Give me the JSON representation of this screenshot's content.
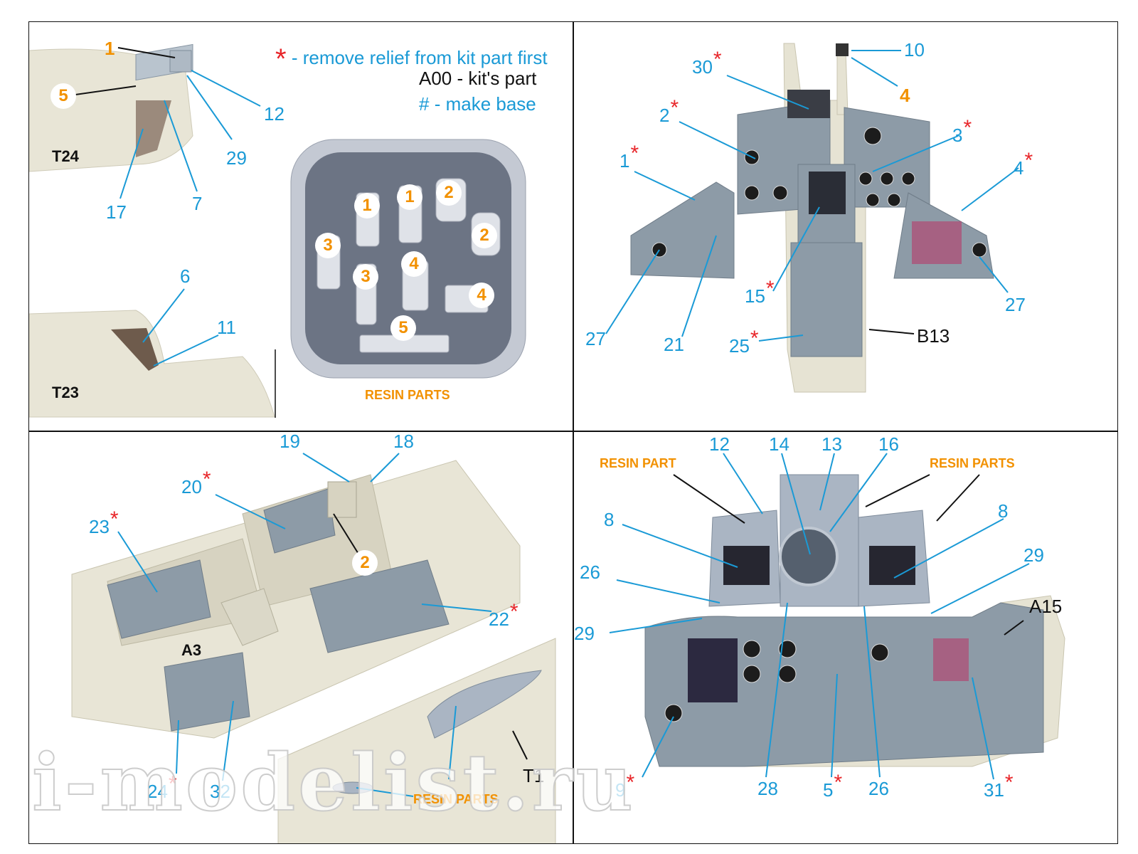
{
  "legend": {
    "star_symbol": "*",
    "star_text": "- remove relief from kit part first",
    "kit_part_text": "A00 - kit's part",
    "hash_symbol": "#",
    "hash_text": "- make base"
  },
  "panel_top_left": {
    "labels": [
      "12",
      "29",
      "17",
      "7",
      "6",
      "11"
    ],
    "resin_numbers": [
      "1",
      "5"
    ],
    "kit_parts": [
      "T24",
      "T23"
    ],
    "resin_caption": "RESIN PARTS",
    "tray_parts": [
      "1",
      "1",
      "2",
      "2",
      "3",
      "3",
      "4",
      "4",
      "5"
    ]
  },
  "panel_top_right": {
    "labels": [
      "10",
      "30",
      "2",
      "3",
      "1",
      "4",
      "15",
      "27",
      "21",
      "25",
      "27"
    ],
    "resin_number": "4",
    "kit_part": "B13"
  },
  "panel_bottom_left": {
    "labels": [
      "19",
      "18",
      "20",
      "23",
      "22",
      "24",
      "32"
    ],
    "resin_number": "2",
    "kit_parts": [
      "A3",
      "T1"
    ],
    "resin_caption": "RESIN PARTS"
  },
  "panel_bottom_right": {
    "labels": [
      "12",
      "14",
      "13",
      "16",
      "8",
      "8",
      "26",
      "29",
      "29",
      "9",
      "28",
      "5",
      "26",
      "31"
    ],
    "resin_caption_left": "RESIN PART",
    "resin_caption_right": "RESIN PARTS",
    "kit_part": "A15"
  },
  "watermark": "i-modelist.ru",
  "colors": {
    "label_blue": "#1a9ad6",
    "resin_orange": "#f29100",
    "star_red": "#e8262a",
    "panel_gray": "#8b9aa6",
    "kit_beige": "#e6e3d3"
  }
}
